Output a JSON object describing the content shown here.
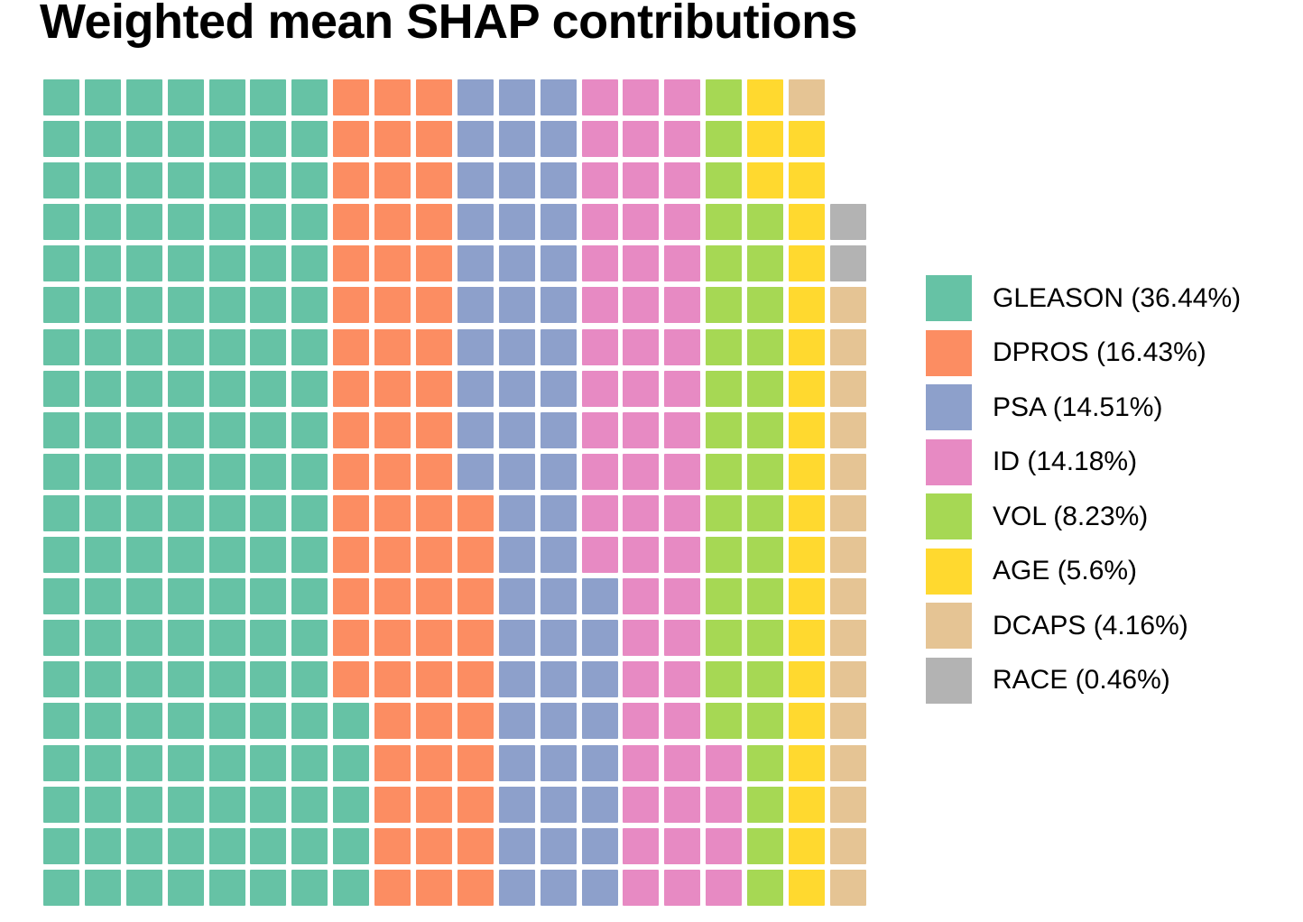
{
  "title": "Weighted mean SHAP contributions",
  "chart_data": {
    "type": "waffle",
    "title": "Weighted mean SHAP contributions",
    "legend_position": "right",
    "grid": {
      "rows": 20,
      "cols": 20,
      "fill_order": "column-major, bottom-to-top, columns left-to-right",
      "filled_cells": 397,
      "empty_cells": 3
    },
    "categories": [
      {
        "name": "GLEASON",
        "percent": 36.44,
        "label": "GLEASON (36.44%)",
        "color": "#66C2A5",
        "squares": 145
      },
      {
        "name": "DPROS",
        "percent": 16.43,
        "label": "DPROS (16.43%)",
        "color": "#FC8D62",
        "squares": 65
      },
      {
        "name": "PSA",
        "percent": 14.51,
        "label": "PSA (14.51%)",
        "color": "#8DA0CB",
        "squares": 58
      },
      {
        "name": "ID",
        "percent": 14.18,
        "label": "ID (14.18%)",
        "color": "#E78AC3",
        "squares": 56
      },
      {
        "name": "VOL",
        "percent": 8.23,
        "label": "VOL (8.23%)",
        "color": "#A6D854",
        "squares": 33
      },
      {
        "name": "AGE",
        "percent": 5.6,
        "label": "AGE (5.6%)",
        "color": "#FFD92F",
        "squares": 22
      },
      {
        "name": "DCAPS",
        "percent": 4.16,
        "label": "DCAPS (4.16%)",
        "color": "#E5C494",
        "squares": 16
      },
      {
        "name": "RACE",
        "percent": 0.46,
        "label": "RACE (0.46%)",
        "color": "#B3B3B3",
        "squares": 2
      }
    ],
    "columns_top_to_bottom": [
      [
        [
          "GLEASON",
          20
        ]
      ],
      [
        [
          "GLEASON",
          20
        ]
      ],
      [
        [
          "GLEASON",
          20
        ]
      ],
      [
        [
          "GLEASON",
          20
        ]
      ],
      [
        [
          "GLEASON",
          20
        ]
      ],
      [
        [
          "GLEASON",
          20
        ]
      ],
      [
        [
          "GLEASON",
          20
        ]
      ],
      [
        [
          "DPROS",
          15
        ],
        [
          "GLEASON",
          5
        ]
      ],
      [
        [
          "DPROS",
          20
        ]
      ],
      [
        [
          "DPROS",
          20
        ]
      ],
      [
        [
          "PSA",
          10
        ],
        [
          "DPROS",
          10
        ]
      ],
      [
        [
          "PSA",
          20
        ]
      ],
      [
        [
          "PSA",
          20
        ]
      ],
      [
        [
          "ID",
          12
        ],
        [
          "PSA",
          8
        ]
      ],
      [
        [
          "ID",
          20
        ]
      ],
      [
        [
          "ID",
          20
        ]
      ],
      [
        [
          "VOL",
          16
        ],
        [
          "ID",
          4
        ]
      ],
      [
        [
          "AGE",
          3
        ],
        [
          "VOL",
          17
        ]
      ],
      [
        [
          "DCAPS",
          1
        ],
        [
          "AGE",
          19
        ]
      ],
      [
        [
          "EMPTY",
          3
        ],
        [
          "RACE",
          2
        ],
        [
          "DCAPS",
          15
        ]
      ]
    ]
  }
}
